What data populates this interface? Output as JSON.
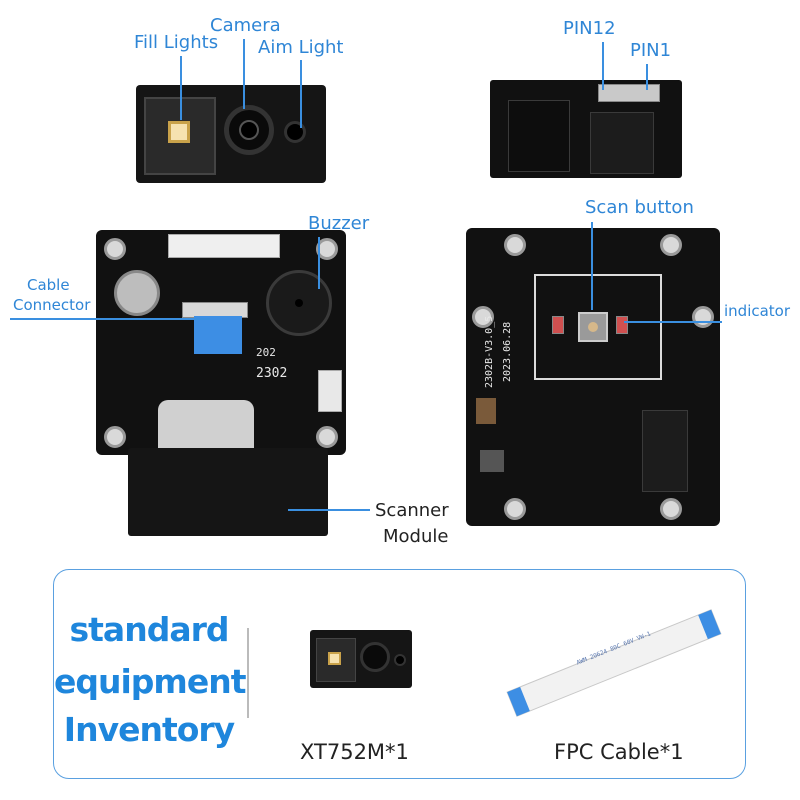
{
  "labels": {
    "fill_lights": "Fill Lights",
    "camera": "Camera",
    "aim_light": "Aim Light",
    "pin12": "PIN12",
    "pin1": "PIN1",
    "buzzer": "Buzzer",
    "cable_connector_line1": "Cable",
    "cable_connector_line2": "Connector",
    "scan_button": "Scan button",
    "indicator": "indicator",
    "scanner_module_line1": "Scanner",
    "scanner_module_line2": "Module"
  },
  "silkscreen": {
    "board_version": "2302B-V3.0_5",
    "board_date": "2023.06.28",
    "front_marking_1": "2302",
    "front_marking_2": "202"
  },
  "inventory": {
    "title_line1": "standard",
    "title_line2": "equipment",
    "title_line3": "Inventory",
    "item1_caption": "XT752M*1",
    "item2_caption": "FPC Cable*1",
    "cable_print": "AWM 20624 80C 60V VW-1"
  },
  "colors": {
    "accent": "#2f86d6",
    "pcb": "#111111",
    "border": "#5aa0e0"
  }
}
